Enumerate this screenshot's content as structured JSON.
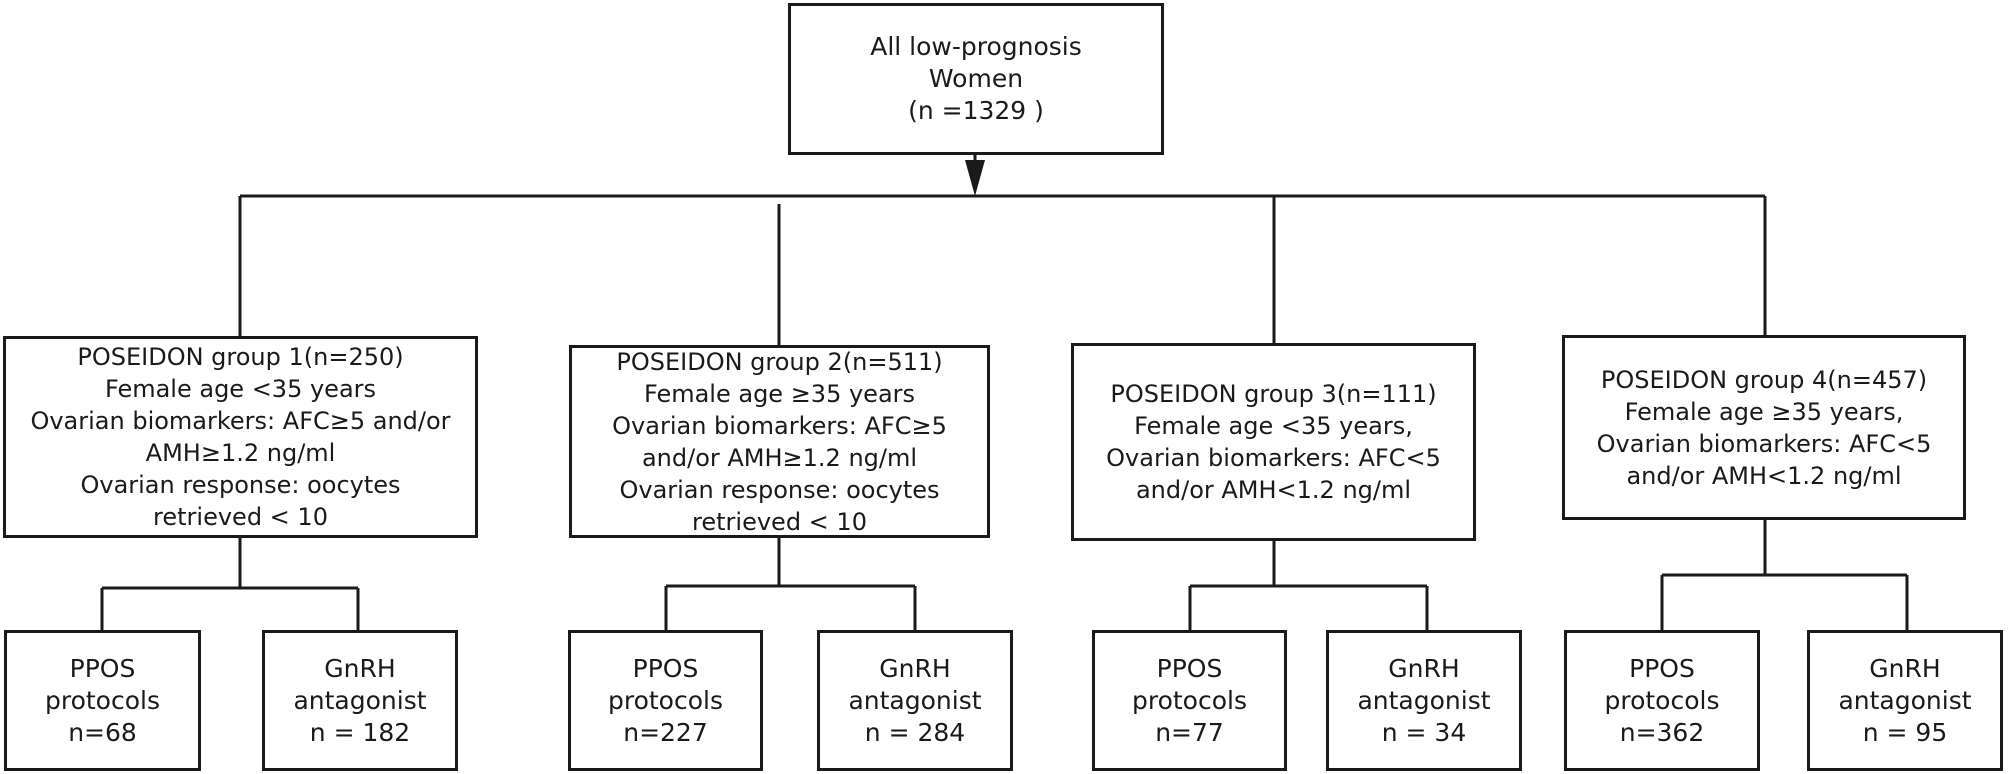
{
  "root": {
    "lines": [
      "All low-prognosis",
      "Women",
      "(n =1329 )"
    ]
  },
  "groups": [
    {
      "lines": [
        "POSEIDON group 1(n=250)",
        "Female age <35 years",
        "Ovarian biomarkers: AFC≥5 and/or",
        "AMH≥1.2 ng/ml",
        "Ovarian response: oocytes",
        "retrieved < 10"
      ],
      "leaves": [
        {
          "lines": [
            "PPOS",
            "protocols",
            "n=68"
          ]
        },
        {
          "lines": [
            "GnRH",
            "antagonist",
            "n = 182"
          ]
        }
      ]
    },
    {
      "lines": [
        "POSEIDON group 2(n=511)",
        "Female age ≥35 years",
        "Ovarian biomarkers: AFC≥5",
        "and/or AMH≥1.2 ng/ml",
        "Ovarian response: oocytes",
        "retrieved < 10"
      ],
      "leaves": [
        {
          "lines": [
            "PPOS",
            "protocols",
            "n=227"
          ]
        },
        {
          "lines": [
            "GnRH",
            "antagonist",
            "n = 284"
          ]
        }
      ]
    },
    {
      "lines": [
        "POSEIDON group 3(n=111)",
        "Female age <35 years,",
        "Ovarian biomarkers: AFC<5",
        "and/or AMH<1.2 ng/ml"
      ],
      "leaves": [
        {
          "lines": [
            "PPOS",
            "protocols",
            "n=77"
          ]
        },
        {
          "lines": [
            "GnRH",
            "antagonist",
            "n = 34"
          ]
        }
      ]
    },
    {
      "lines": [
        "POSEIDON group 4(n=457)",
        "Female age ≥35 years,",
        "Ovarian biomarkers: AFC<5",
        "and/or AMH<1.2 ng/ml"
      ],
      "leaves": [
        {
          "lines": [
            "PPOS",
            "protocols",
            "n=362"
          ]
        },
        {
          "lines": [
            "GnRH",
            "antagonist",
            "n = 95"
          ]
        }
      ]
    }
  ]
}
